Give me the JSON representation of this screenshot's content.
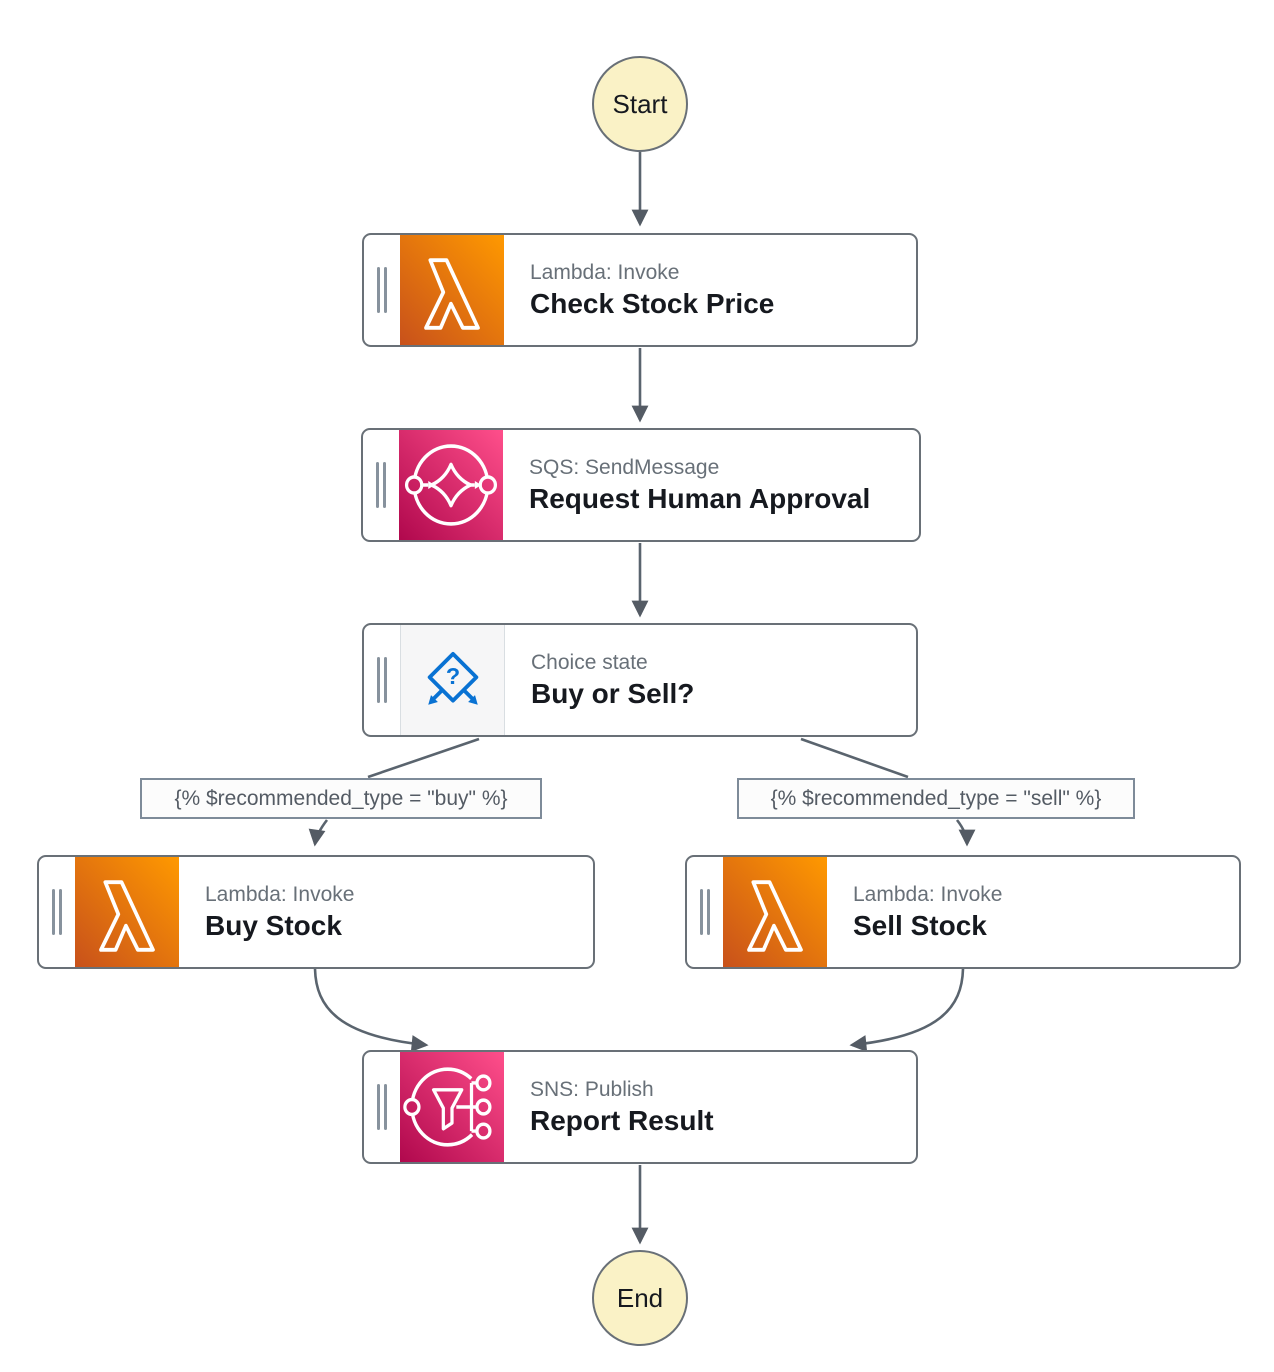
{
  "diagram": {
    "start": {
      "label": "Start"
    },
    "end": {
      "label": "End"
    },
    "nodes": [
      {
        "id": "check-stock-price",
        "service": "Lambda: Invoke",
        "name": "Check Stock Price",
        "icon": "lambda-icon"
      },
      {
        "id": "request-human-approval",
        "service": "SQS: SendMessage",
        "name": "Request Human Approval",
        "icon": "sqs-icon"
      },
      {
        "id": "buy-or-sell",
        "service": "Choice state",
        "name": "Buy or Sell?",
        "icon": "choice-icon"
      },
      {
        "id": "buy-stock",
        "service": "Lambda: Invoke",
        "name": "Buy Stock",
        "icon": "lambda-icon"
      },
      {
        "id": "sell-stock",
        "service": "Lambda: Invoke",
        "name": "Sell Stock",
        "icon": "lambda-icon"
      },
      {
        "id": "report-result",
        "service": "SNS: Publish",
        "name": "Report Result",
        "icon": "sns-icon"
      }
    ],
    "conditions": [
      {
        "id": "buy",
        "text": "{% $recommended_type = \"buy\" %}"
      },
      {
        "id": "sell",
        "text": "{% $recommended_type = \"sell\" %}"
      }
    ],
    "colors": {
      "lambda_gradient_start": "#C8511B",
      "lambda_gradient_end": "#FF9900",
      "messaging_gradient_start": "#B0084D",
      "messaging_gradient_end": "#FF4F8B",
      "choice_blue": "#0972D3",
      "terminal_fill": "#FAF2C6",
      "node_border": "#697077",
      "edge_line": "#5A646E",
      "service_text": "#687078",
      "title_text": "#16191F",
      "condition_text": "#545B64"
    }
  }
}
